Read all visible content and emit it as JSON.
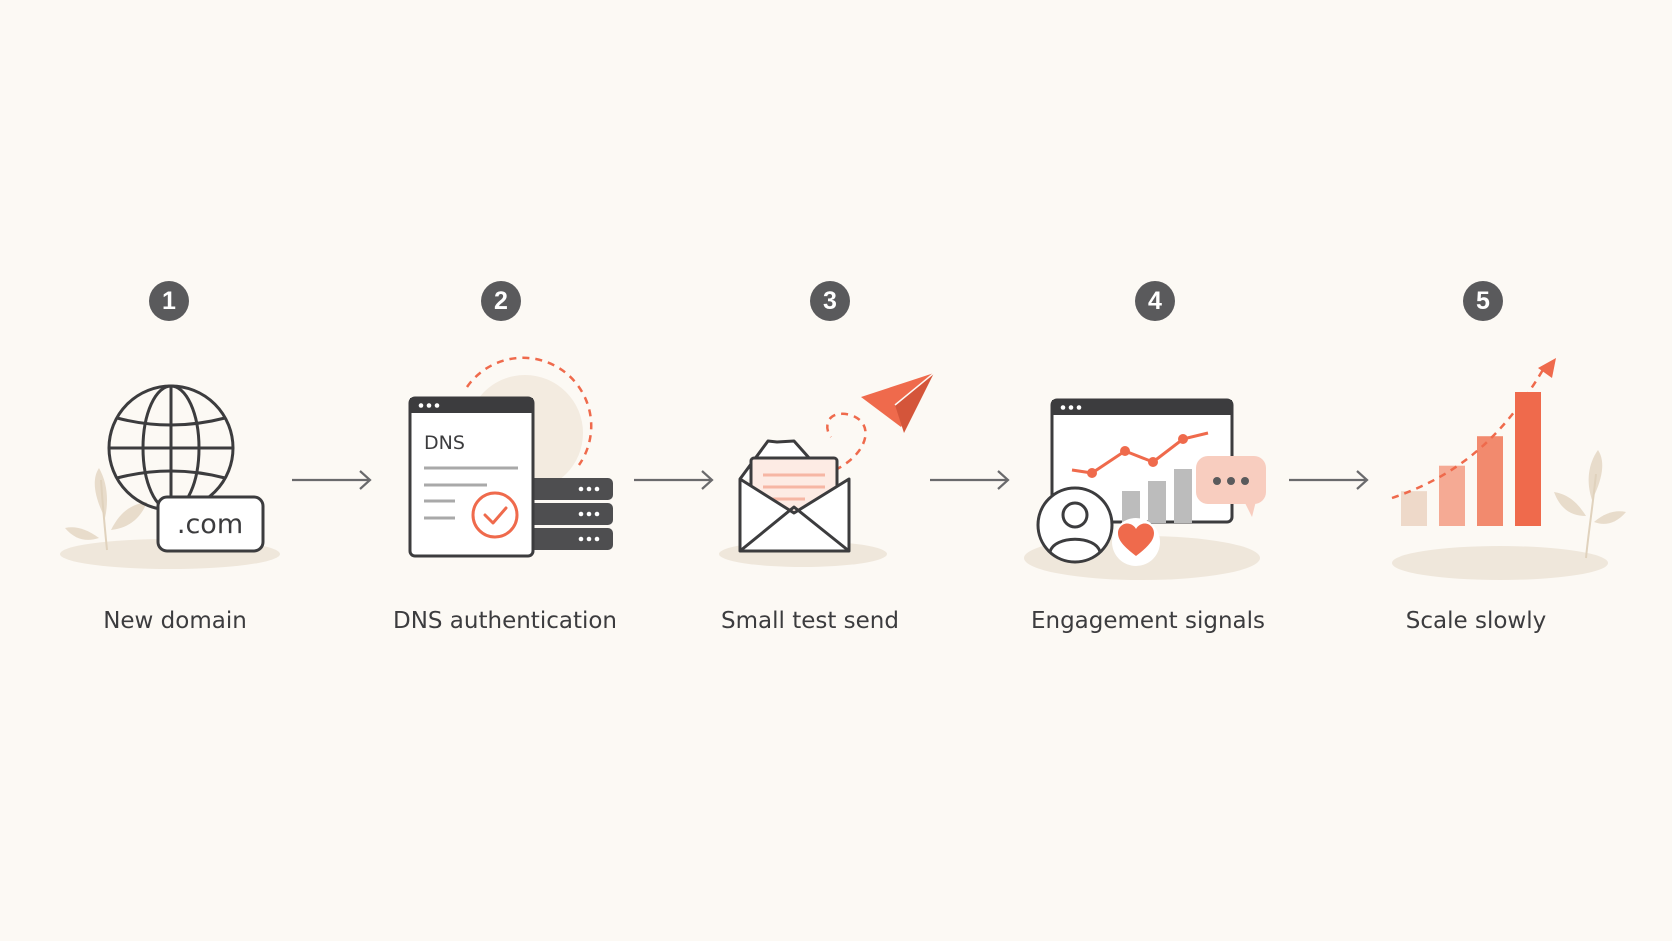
{
  "colors": {
    "background": "#fcf9f4",
    "badge": "#5a5a5c",
    "line": "#3c3c3e",
    "accent": "#ef6a4c",
    "accent_light": "#f6b6a4",
    "ground": "#efe7db",
    "server": "#4e4e50"
  },
  "steps": [
    {
      "number": "1",
      "label": "New domain",
      "icon": "globe-icon",
      "tag": ".com"
    },
    {
      "number": "2",
      "label": "DNS authentication",
      "icon": "dns-document-icon",
      "tag": "DNS"
    },
    {
      "number": "3",
      "label": "Small test send",
      "icon": "envelope-paper-plane-icon"
    },
    {
      "number": "4",
      "label": "Engagement signals",
      "icon": "analytics-window-icon"
    },
    {
      "number": "5",
      "label": "Scale slowly",
      "icon": "growing-bars-icon",
      "bar_levels": [
        0.26,
        0.45,
        0.67,
        1.0
      ]
    }
  ]
}
